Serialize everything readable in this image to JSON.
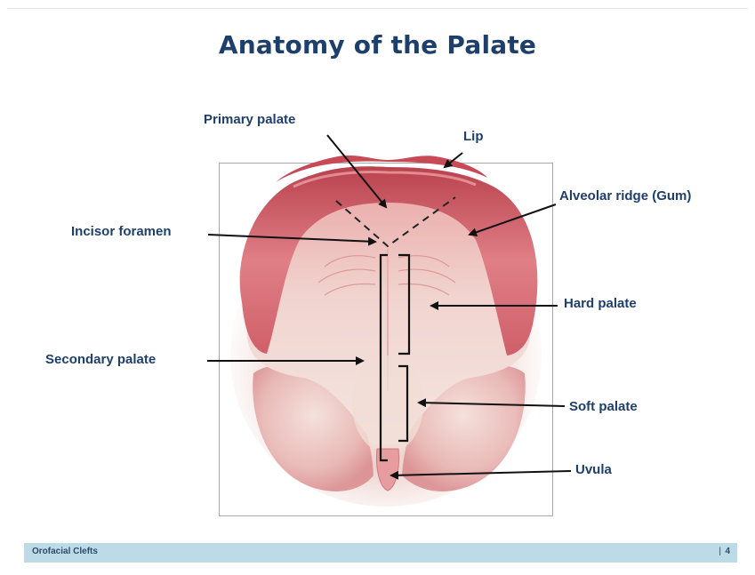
{
  "slide": {
    "title": "Anatomy of the Palate",
    "footer": "Orofacial Clefts",
    "footer_separator": "|",
    "page_number": "4"
  },
  "labels": {
    "primary_palate": "Primary palate",
    "lip": "Lip",
    "alveolar_ridge": "Alveolar ridge (Gum)",
    "incisor_foramen": "Incisor foramen",
    "hard_palate": "Hard palate",
    "secondary_palate": "Secondary palate",
    "soft_palate": "Soft palate",
    "uvula": "Uvula"
  },
  "colors": {
    "title": "#1f3f6b",
    "footer_bar": "#bcdbe6",
    "tissue_pink": "#d86a72",
    "tissue_light": "#f0c9c4"
  }
}
